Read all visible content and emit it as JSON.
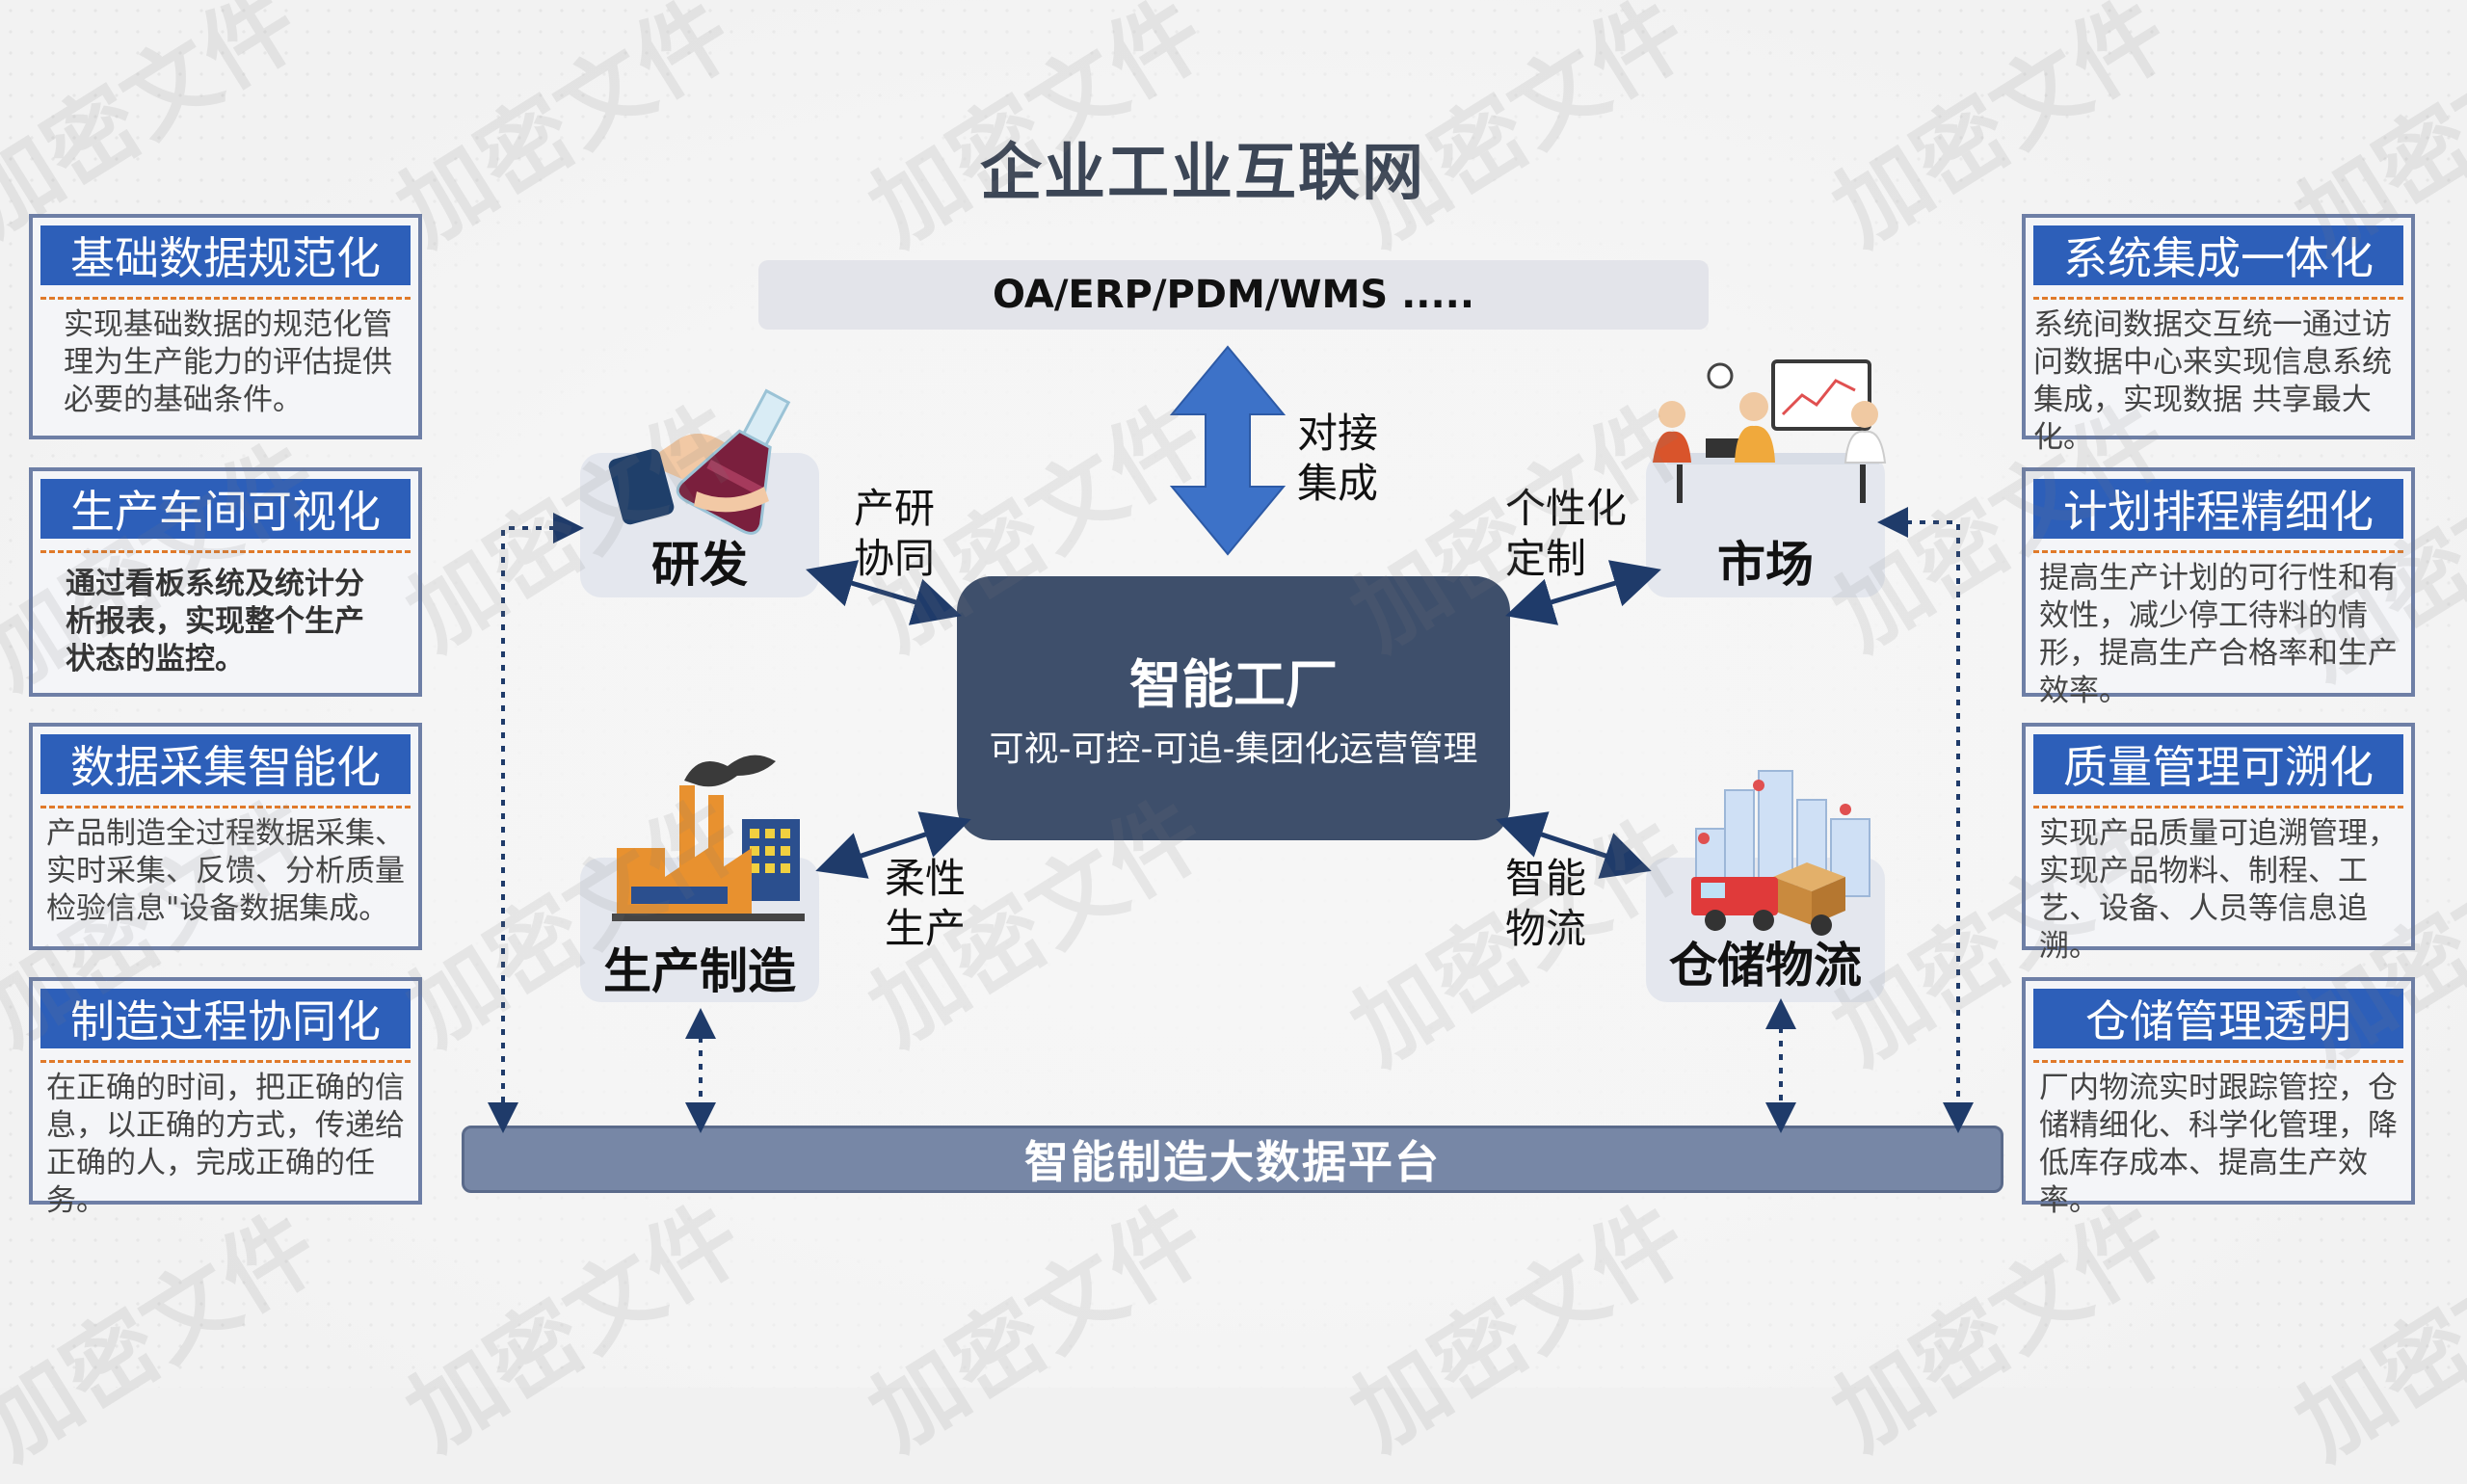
{
  "title": "企业工业互联网",
  "top_systems": "OA/ERP/PDM/WMS .....",
  "center": {
    "title": "智能工厂",
    "subtitle": "可视-可控-可追-集团化运营管理"
  },
  "nodes": {
    "rd": "研发",
    "market": "市场",
    "production": "生产制造",
    "warehouse": "仓储物流"
  },
  "relations": {
    "integration": [
      "对接",
      "集成"
    ],
    "rd_collab": [
      "产研",
      "协同"
    ],
    "personalized": [
      "个性化",
      "定制"
    ],
    "flexible": [
      "柔性",
      "生产"
    ],
    "logistics": [
      "智能",
      "物流"
    ]
  },
  "platform": "智能制造大数据平台",
  "left_cards": [
    {
      "title": "基础数据规范化",
      "body": "实现基础数据的规范化管理为生产能力的评估提供必要的基础条件。"
    },
    {
      "title": "生产车间可视化",
      "body": "通过看板系统及统计分析报表，实现整个生产状态的监控。"
    },
    {
      "title": "数据采集智能化",
      "body": "产品制造全过程数据采集、实时采集、反馈、分析质量检验信息\"设备数据集成。"
    },
    {
      "title": "制造过程协同化",
      "body": "在正确的时间，把正确的信息，以正确的方式，传递给正确的人，完成正确的任务。"
    }
  ],
  "right_cards": [
    {
      "title": "系统集成一体化",
      "body": "系统间数据交互统一通过访问数据中心来实现信息系统集成，实现数据 共享最大化。"
    },
    {
      "title": "计划排程精细化",
      "body": "提高生产计划的可行性和有效性，减少停工待料的情形，提高生产合格率和生产效率。"
    },
    {
      "title": "质量管理可溯化",
      "body": "实现产品质量可追溯管理，实现产品物料、制程、工艺、设备、人员等信息追溯。"
    },
    {
      "title": "仓储管理透明",
      "body": "厂内物流实时跟踪管控，仓储精细化、科学化管理，降低库存成本、提高生产效率。"
    }
  ],
  "watermark": "加密文件",
  "colors": {
    "card_header": "#2d5fb9",
    "card_border": "#6e7fa6",
    "center_box": "#3e4f6b",
    "platform": "#7787a6",
    "arrow": "#3d72c8",
    "separator": "#e07a2a"
  },
  "icons": [
    "flask-hand-icon",
    "team-meeting-icon",
    "factory-icon",
    "delivery-truck-icon"
  ]
}
